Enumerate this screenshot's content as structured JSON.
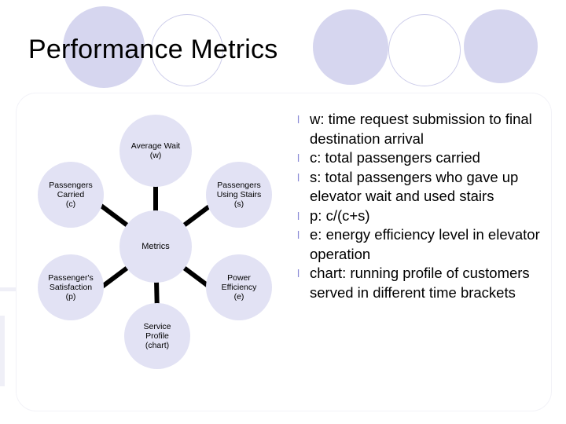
{
  "slide": {
    "title": "Performance Metrics"
  },
  "diagram": {
    "center": {
      "label": "Metrics"
    },
    "nodes": [
      {
        "name": "average-wait",
        "line1": "Average Wait",
        "line2": "(w)"
      },
      {
        "name": "passengers-using-stairs",
        "line1": "Passengers",
        "line2": "Using Stairs",
        "line3": "(s)"
      },
      {
        "name": "power-efficiency",
        "line1": "Power",
        "line2": "Efficiency",
        "line3": "(e)"
      },
      {
        "name": "service-profile",
        "line1": "Service",
        "line2": "Profile",
        "line3": "(chart)"
      },
      {
        "name": "passenger-satisfaction",
        "line1": "Passenger's",
        "line2": "Satisfaction",
        "line3": "(p)"
      },
      {
        "name": "passengers-carried",
        "line1": "Passengers",
        "line2": "Carried",
        "line3": "(c)"
      }
    ]
  },
  "bullets": [
    {
      "mark": "l",
      "text": "w: time request submission to final destination arrival"
    },
    {
      "mark": "l",
      "text": "c: total passengers carried"
    },
    {
      "mark": "l",
      "text": "s: total passengers who gave up elevator wait and used stairs"
    },
    {
      "mark": "l",
      "text": "p: c/(c+s)"
    },
    {
      "mark": "l",
      "text": "e: energy efficiency level in elevator operation"
    },
    {
      "mark": "l",
      "text": "chart: running profile of customers served in different time brackets"
    }
  ],
  "colors": {
    "node_fill": "#e2e2f4",
    "deco_circle": "#d6d6ef",
    "bullet_mark": "#8a8ad6"
  }
}
